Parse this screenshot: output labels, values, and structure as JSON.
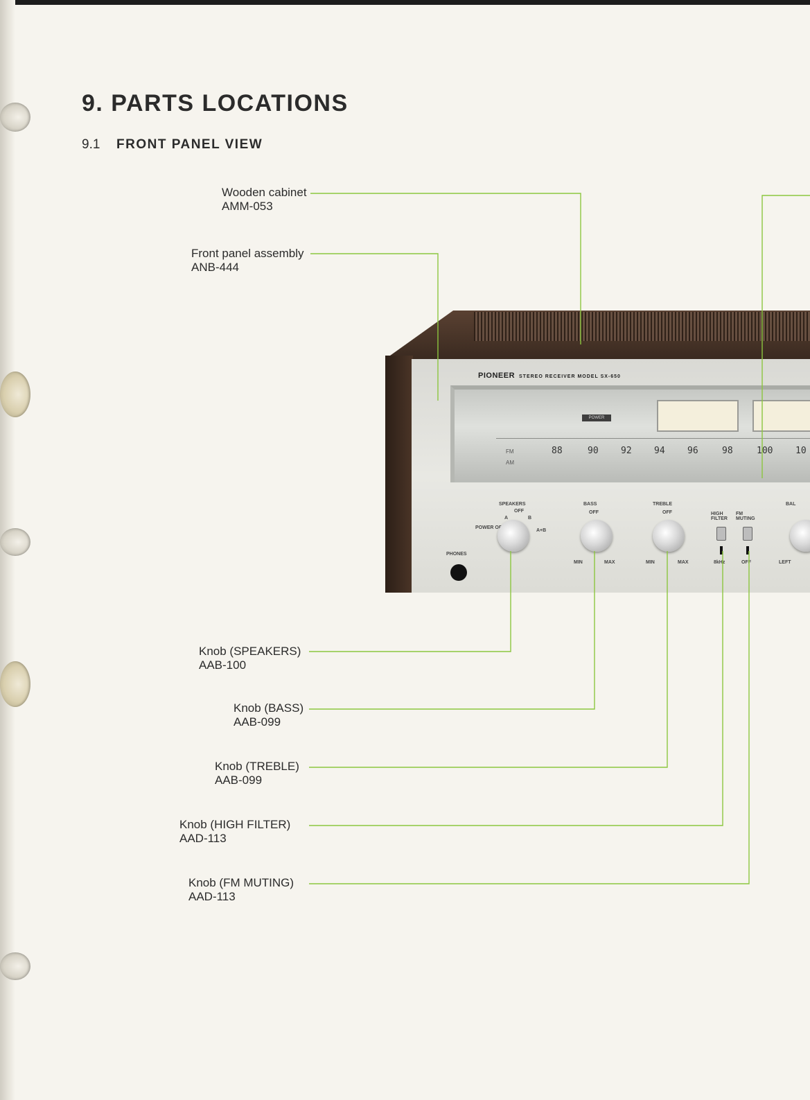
{
  "page": {
    "title": "9. PARTS LOCATIONS",
    "section_number": "9.1",
    "section_title": "FRONT PANEL VIEW"
  },
  "callouts": [
    {
      "name": "Wooden cabinet",
      "part_no": "AMM-053"
    },
    {
      "name": "Front panel assembly",
      "part_no": "ANB-444"
    },
    {
      "name": "Knob (SPEAKERS)",
      "part_no": "AAB-100"
    },
    {
      "name": "Knob (BASS)",
      "part_no": "AAB-099"
    },
    {
      "name": "Knob (TREBLE)",
      "part_no": "AAB-099"
    },
    {
      "name": "Knob (HIGH FILTER)",
      "part_no": "AAD-113"
    },
    {
      "name": "Knob (FM MUTING)",
      "part_no": "AAD-113"
    }
  ],
  "receiver": {
    "brand": "PIONEER",
    "model_text": "STEREO RECEIVER MODEL SX-650",
    "power_label": "POWER",
    "fm_label": "FM",
    "am_label": "AM",
    "fm_scale": [
      "88",
      "90",
      "92",
      "94",
      "96",
      "98",
      "100",
      "10"
    ],
    "controls": {
      "speakers": "SPEAKERS",
      "speakers_off": "OFF",
      "speakers_a": "A",
      "speakers_b": "B",
      "speakers_ab": "A+B",
      "power_off": "POWER OFF",
      "phones": "PHONES",
      "bass": "BASS",
      "bass_off": "OFF",
      "treble": "TREBLE",
      "treble_off": "OFF",
      "min": "MIN",
      "max": "MAX",
      "high_filter": "HIGH FILTER",
      "fm_muting": "FM MUTING",
      "high_filter_pos": "8kHz",
      "fm_muting_pos": "OFF",
      "balance": "BAL",
      "left": "LEFT"
    }
  },
  "colors": {
    "leader_line": "#8cc63f",
    "cabinet": "#4a3326",
    "faceplate": "#dcdcd6"
  }
}
